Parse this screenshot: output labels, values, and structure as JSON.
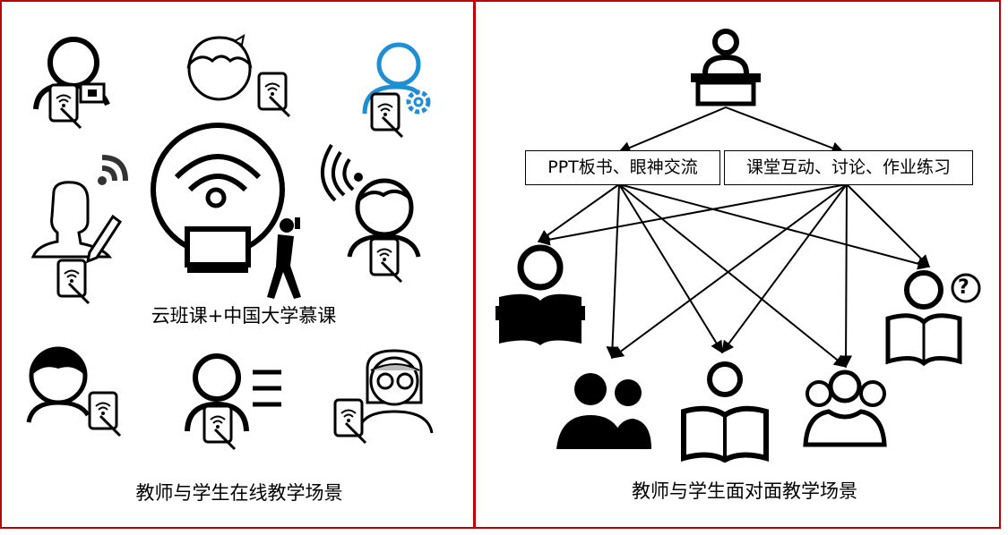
{
  "left_panel": {
    "platform_label": "云班课+中国大学慕课",
    "caption": "教师与学生在线教学场景"
  },
  "right_panel": {
    "box_teacher": "PPT板书、眼神交流",
    "box_interaction": "课堂互动、讨论、作业练习",
    "question_mark": "?",
    "caption": "教师与学生面对面教学场景"
  },
  "colors": {
    "border": "#c00000",
    "accent_blue": "#1e8fd5",
    "ink": "#000000"
  }
}
